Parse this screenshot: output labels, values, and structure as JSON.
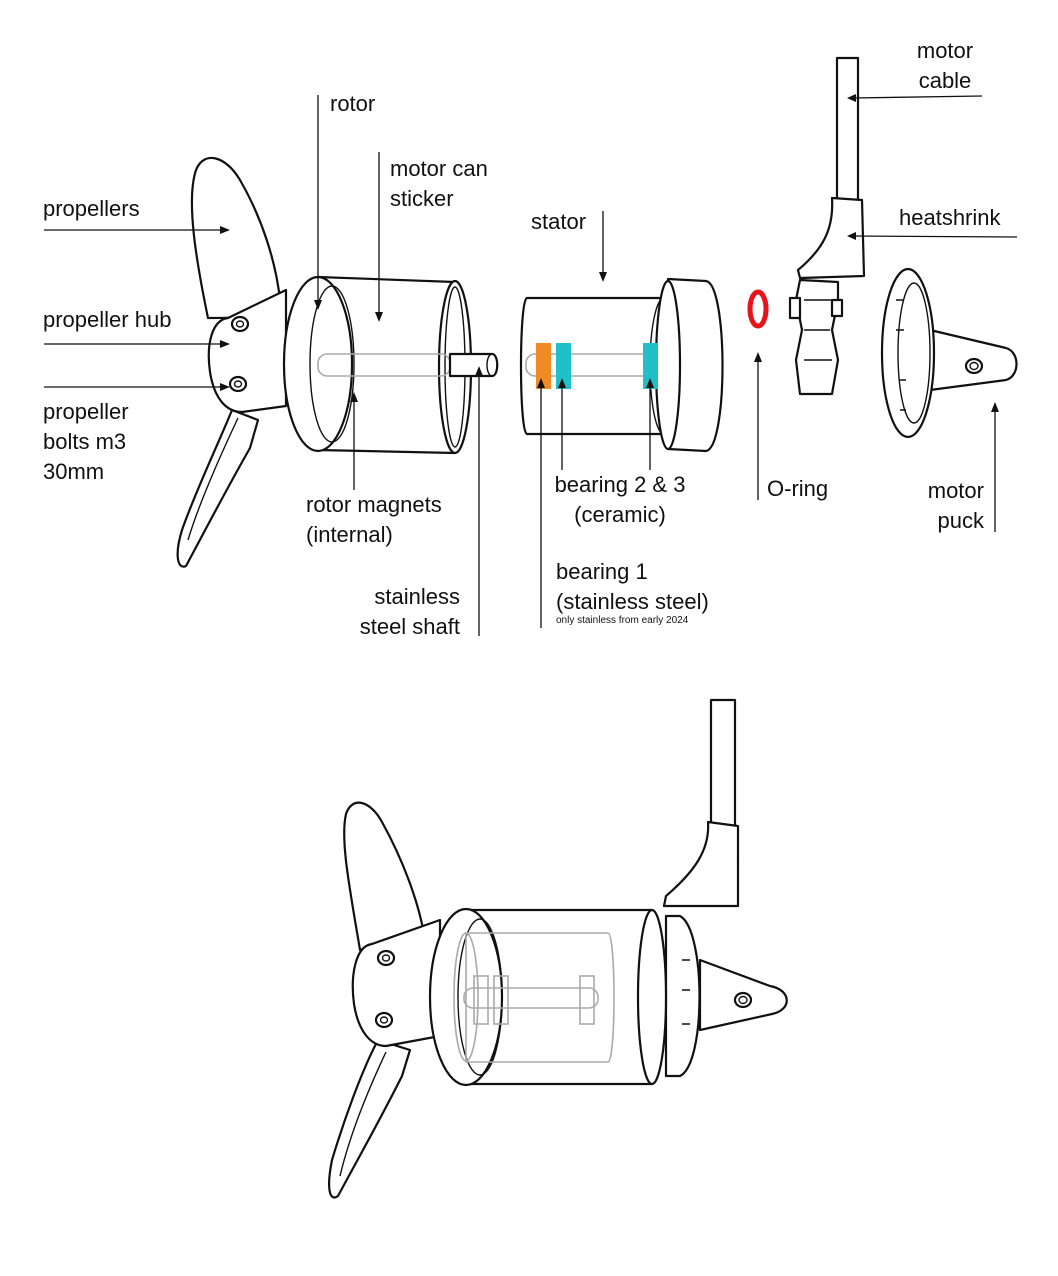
{
  "diagram": {
    "exploded_labels": {
      "motor_cable": "motor\ncable",
      "rotor": "rotor",
      "motor_can_sticker": "motor can\nsticker",
      "propellers": "propellers",
      "stator": "stator",
      "heatshrink": "heatshrink",
      "propeller_hub": "propeller hub",
      "propeller_bolts": "propeller\nbolts m3\n30mm",
      "bearing_2_3": "bearing 2 & 3\n(ceramic)",
      "o_ring": "O-ring",
      "motor_puck": "motor\npuck",
      "rotor_magnets": "rotor magnets\n(internal)",
      "stainless_steel_shaft": "stainless\nsteel shaft",
      "bearing_1": "bearing 1\n(stainless steel)",
      "bearing_1_note": "only stainless from early 2024"
    },
    "colors": {
      "bearing_1": "#f08a24",
      "bearing_2_3": "#1fc0c8",
      "o_ring": "#e8141c",
      "line": "#111111"
    }
  }
}
